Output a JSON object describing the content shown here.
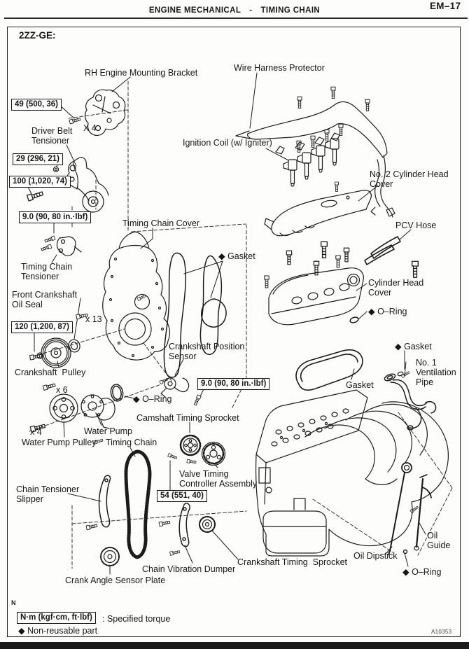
{
  "page": {
    "page_number": "EM–17",
    "section": "ENGINE MECHANICAL",
    "separator": "-",
    "subsection": "TIMING CHAIN",
    "engine_code": "2ZZ-GE:",
    "figure_code": "A10353"
  },
  "legend": {
    "note": "N",
    "torque_sample": "N·m (kgf·cm, ft·lbf)",
    "torque_desc": ": Specified torque",
    "nonreusable": "◆ Non-reusable  part"
  },
  "torques": {
    "t49": "49 (500, 36)",
    "t29": "29 (296, 21)",
    "t100": "100 (1,020, 74)",
    "t90a": "9.0 (90, 80 in.·lbf)",
    "t120": "120 (1,200, 87)",
    "t90b": "9.0 (90, 80 in.·lbf)",
    "t54": "54 (551, 40)"
  },
  "labels": {
    "rh_bracket": "RH Engine Mounting Bracket",
    "wire_harness": "Wire Harness Protector",
    "x4_bracket": "X 4",
    "driver_belt_tensioner": "Driver Belt\nTensioner",
    "ignition_coil": "Ignition Coil (w/ Igniter)",
    "no2_head_cover": "No. 2 Cylinder Head\nCover",
    "timing_chain_cover": "Timing Chain Cover",
    "pcv_hose": "PCV Hose",
    "gasket_cover": "◆ Gasket",
    "timing_chain_tensioner": "Timing Chain\nTensioner",
    "cylinder_head_cover": "Cylinder Head\nCover",
    "front_crank_seal": "Front Crankshaft\nOil Seal",
    "oring_head_cover": "◆ O–Ring",
    "x13": "x 13",
    "gasket_vent": "◆ Gasket",
    "crank_pos_sensor": "Crankshaft Position\nSensor",
    "no1_vent_pipe": "No. 1\nVentilation\nPipe",
    "crankshaft_pulley": "Crankshaft  Pulley",
    "gasket_head": "Gasket",
    "x6": "x 6",
    "oring_water_pump": "◆ O–Ring",
    "camshaft_sprocket": "Camshaft Timing Sprocket",
    "x4_wp": "x 4",
    "water_pump": "Water Pump",
    "water_pump_pulley": "Water Pump Pulley",
    "timing_chain": "Timing Chain",
    "valve_timing_controller": "Valve Timing\nController Assembly",
    "chain_tensioner_slipper": "Chain Tensioner\nSlipper",
    "chain_vibration_dumper": "Chain Vibration Dumper",
    "crankshaft_timing_sprocket": "Crankshaft Timing  Sprocket",
    "oil_dipstick": "Oil Dipstick",
    "oil_guide": "Oil\nGuide",
    "oring_oil_guide": "◆ O–Ring",
    "crank_angle_plate": "Crank Angle Sensor Plate"
  }
}
